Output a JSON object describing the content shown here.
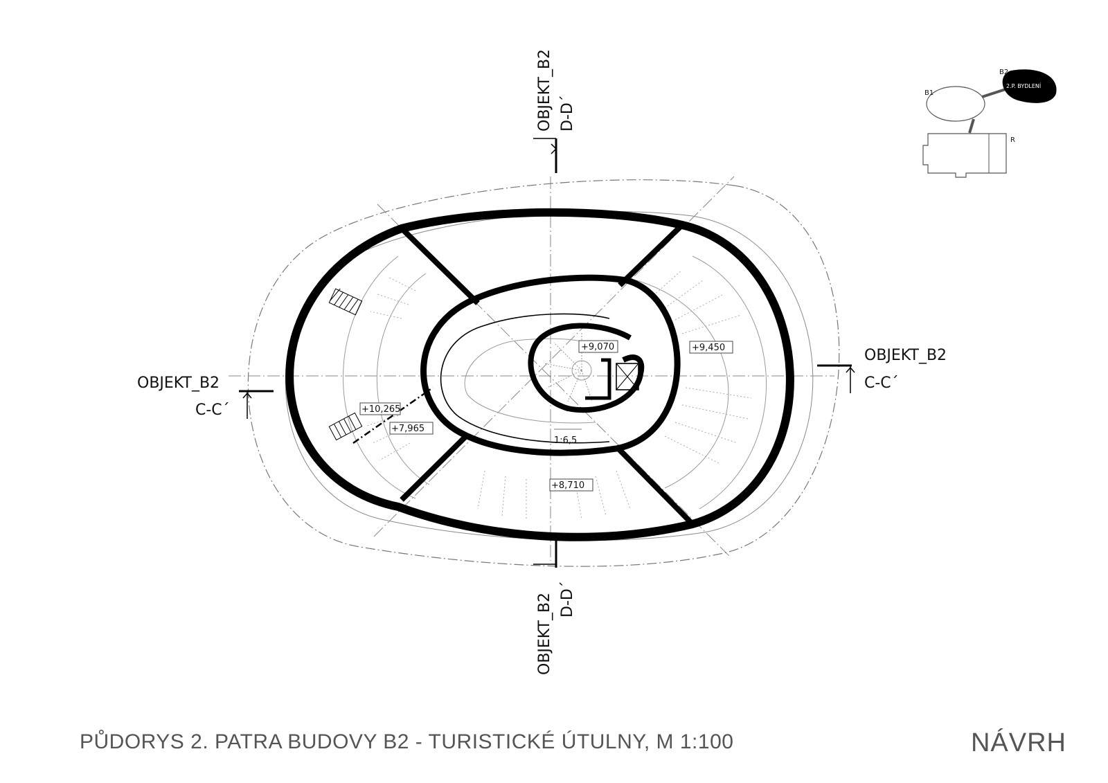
{
  "section_marks": {
    "top": {
      "object": "OBJEKT_B2",
      "section": "D-D´"
    },
    "bottom": {
      "object": "OBJEKT_B2",
      "section": "D-D´"
    },
    "left": {
      "object": "OBJEKT_B2",
      "section": "C-C´"
    },
    "right": {
      "object": "OBJEKT_B2",
      "section": "C-C´"
    }
  },
  "levels": {
    "l1": "+9,070",
    "l2": "+9,450",
    "l3": "+10,265",
    "l4": "+7,965",
    "l5": "+8,710"
  },
  "slope": "1:6,5",
  "key_plan": {
    "b1": "B1",
    "b2": "B2",
    "r": "R",
    "highlight": "2.P. BYDLENÍ"
  },
  "footer": {
    "title": "PŮDORYS 2. PATRA BUDOVY B2 - TURISTICKÉ ÚTULNY, M 1:100",
    "stage": "NÁVRH"
  }
}
